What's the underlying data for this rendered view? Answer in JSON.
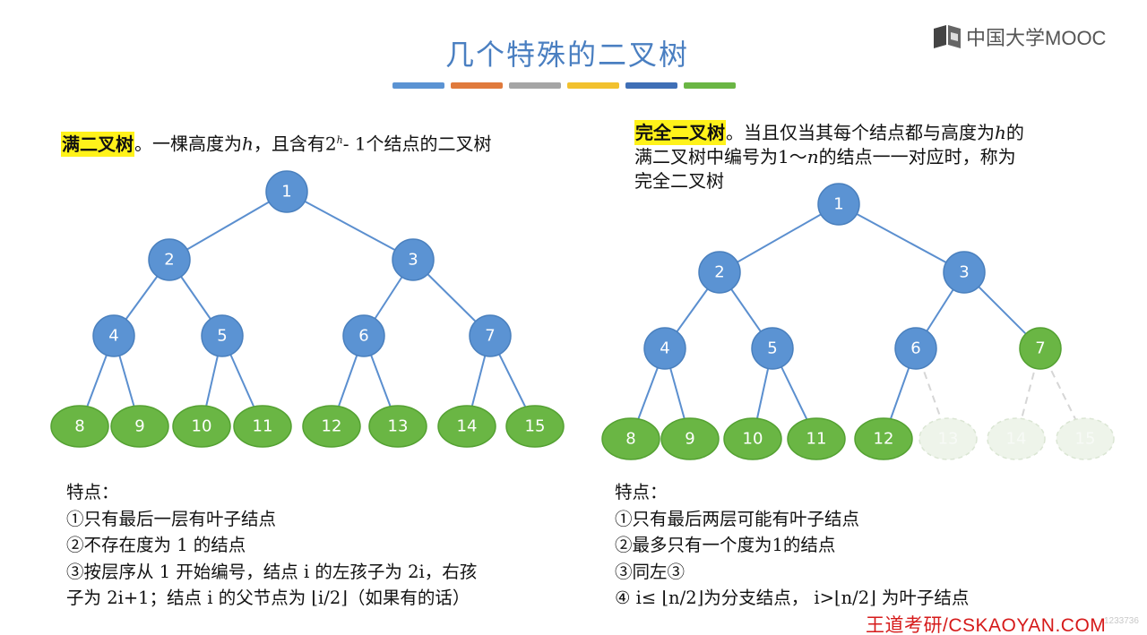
{
  "title": "几个特殊的二叉树",
  "title_stripes": [
    "#5b93d3",
    "#e07a3c",
    "#a5a5a5",
    "#f2c12e",
    "#3f6fb6",
    "#6ab644"
  ],
  "logo": {
    "icon": "mooc-book-icon",
    "text": "中国大学MOOC"
  },
  "left": {
    "term": "满二叉树",
    "def_a": "。一棵高度为",
    "var_h": "h",
    "def_b": "，且含有2",
    "sup_h": "h",
    "def_c": "- 1个结点的二叉树",
    "notes": [
      "特点：",
      "①只有最后一层有叶子结点",
      "②不存在度为 1 的结点",
      "③按层序从 1 开始编号，结点 i 的左孩子为 2i，右孩",
      "子为 2i+1；结点 i 的父节点为 ⌊i/2⌋（如果有的话）"
    ]
  },
  "right": {
    "term": "完全二叉树",
    "def_a": "。当且仅当其每个结点都与高度为",
    "var_h": "h",
    "def_b": "的",
    "line2_a": "满二叉树中编号为1～",
    "var_n": "n",
    "line2_b": "的结点一一对应时，称为",
    "line3": "完全二叉树",
    "notes": [
      "特点：",
      "①只有最后两层可能有叶子结点",
      "②最多只有一个度为1的结点",
      "③同左③",
      "④ i≤ ⌊n/2⌋为分支结点，  i>⌊n/2⌋ 为叶子结点"
    ]
  },
  "tree_full": {
    "labels": [
      "1",
      "2",
      "3",
      "4",
      "5",
      "6",
      "7",
      "8",
      "9",
      "10",
      "11",
      "12",
      "13",
      "14",
      "15"
    ],
    "colors": {
      "internal": "blue",
      "leaf": "green"
    }
  },
  "tree_complete": {
    "labels": [
      "1",
      "2",
      "3",
      "4",
      "5",
      "6",
      "7",
      "8",
      "9",
      "10",
      "11",
      "12",
      "13",
      "14",
      "15"
    ],
    "present_count": 12,
    "highlighted_leaf": "7"
  },
  "footer": {
    "brand": "王道考研/CSKAOYAN.COM",
    "watermark": "1233736"
  }
}
